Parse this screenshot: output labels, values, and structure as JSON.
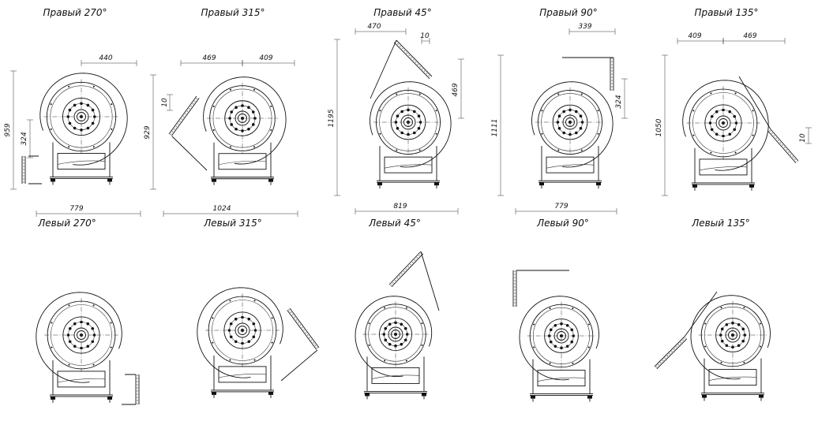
{
  "palette": {
    "line": "#111111",
    "paper": "#ffffff"
  },
  "views": [
    {
      "title": "Правый 270°",
      "hand": "right",
      "angle": 270,
      "dims": [
        "440",
        "959",
        "324",
        "779"
      ]
    },
    {
      "title": "Правый 315°",
      "hand": "right",
      "angle": 315,
      "dims": [
        "469",
        "409",
        "10",
        "929",
        "1024"
      ]
    },
    {
      "title": "Правый 45°",
      "hand": "right",
      "angle": 45,
      "dims": [
        "470",
        "10",
        "469",
        "1195",
        "819"
      ]
    },
    {
      "title": "Правый 90°",
      "hand": "right",
      "angle": 90,
      "dims": [
        "339",
        "324",
        "1111",
        "779"
      ]
    },
    {
      "title": "Правый 135°",
      "hand": "right",
      "angle": 135,
      "dims": [
        "409",
        "469",
        "1050",
        "10"
      ]
    },
    {
      "title": "Левый 270°",
      "hand": "left",
      "angle": 270,
      "dims": []
    },
    {
      "title": "Левый 315°",
      "hand": "left",
      "angle": 315,
      "dims": []
    },
    {
      "title": "Левый 45°",
      "hand": "left",
      "angle": 45,
      "dims": []
    },
    {
      "title": "Левый 90°",
      "hand": "left",
      "angle": 90,
      "dims": []
    },
    {
      "title": "Левый 135°",
      "hand": "left",
      "angle": 135,
      "dims": []
    }
  ]
}
